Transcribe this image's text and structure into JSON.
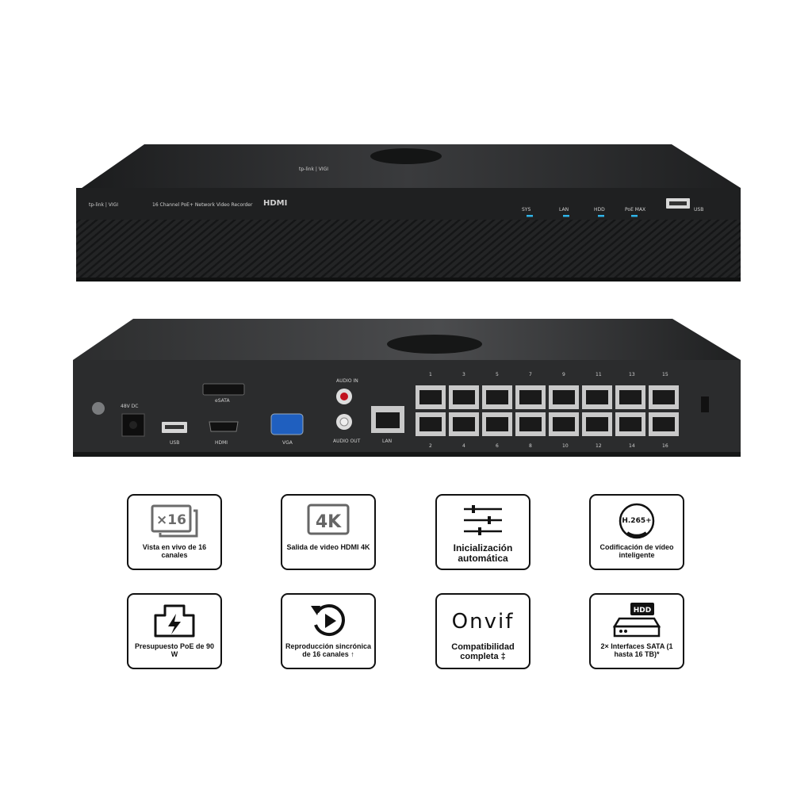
{
  "device": {
    "front_panel": {
      "brand": "tp-link | VIGI",
      "model_text": "16 Channel PoE+ Network Video Recorder",
      "hdmi_logo": "HDMI",
      "top_brand": "tp-link | VIGI",
      "indicators": [
        "SYS",
        "LAN",
        "HDD",
        "PoE MAX"
      ],
      "usb_label": "USB"
    },
    "rear_panel": {
      "dc_label": "48V DC",
      "esata_label": "eSATA",
      "usb_label": "USB",
      "hdmi_label": "HDMI",
      "vga_label": "VGA",
      "audio_in_label": "AUDIO IN",
      "audio_out_label": "AUDIO OUT",
      "lan_label": "LAN",
      "poe_top_numbers": [
        "1",
        "3",
        "5",
        "7",
        "9",
        "11",
        "13",
        "15"
      ],
      "poe_bottom_numbers": [
        "2",
        "4",
        "6",
        "8",
        "10",
        "12",
        "14",
        "16"
      ]
    }
  },
  "features": [
    {
      "icon": "x16-screens-icon",
      "icon_text": "×16",
      "label": "Vista en vivo de 16 canales"
    },
    {
      "icon": "4k-icon",
      "icon_text": "4K",
      "label": "Salida de video HDMI 4K"
    },
    {
      "icon": "sliders-icon",
      "label": "Inicialización automática"
    },
    {
      "icon": "h265-icon",
      "icon_text": "H.265+",
      "label": "Codificación de vídeo inteligente"
    },
    {
      "icon": "poe-power-icon",
      "label": "Presupuesto PoE de 90 W"
    },
    {
      "icon": "playback-icon",
      "label": "Reproducción sincrónica de 16 canales ↑"
    },
    {
      "icon": "onvif-logo",
      "icon_text": "Onvif",
      "label": "Compatibilidad completa ‡"
    },
    {
      "icon": "hdd-icon",
      "icon_text": "HDD",
      "label": "2× Interfaces SATA (1 hasta 16 TB)*"
    }
  ],
  "colors": {
    "device_body": "#1f2021",
    "led": "#2fb4e8",
    "tile_border": "#111111"
  }
}
